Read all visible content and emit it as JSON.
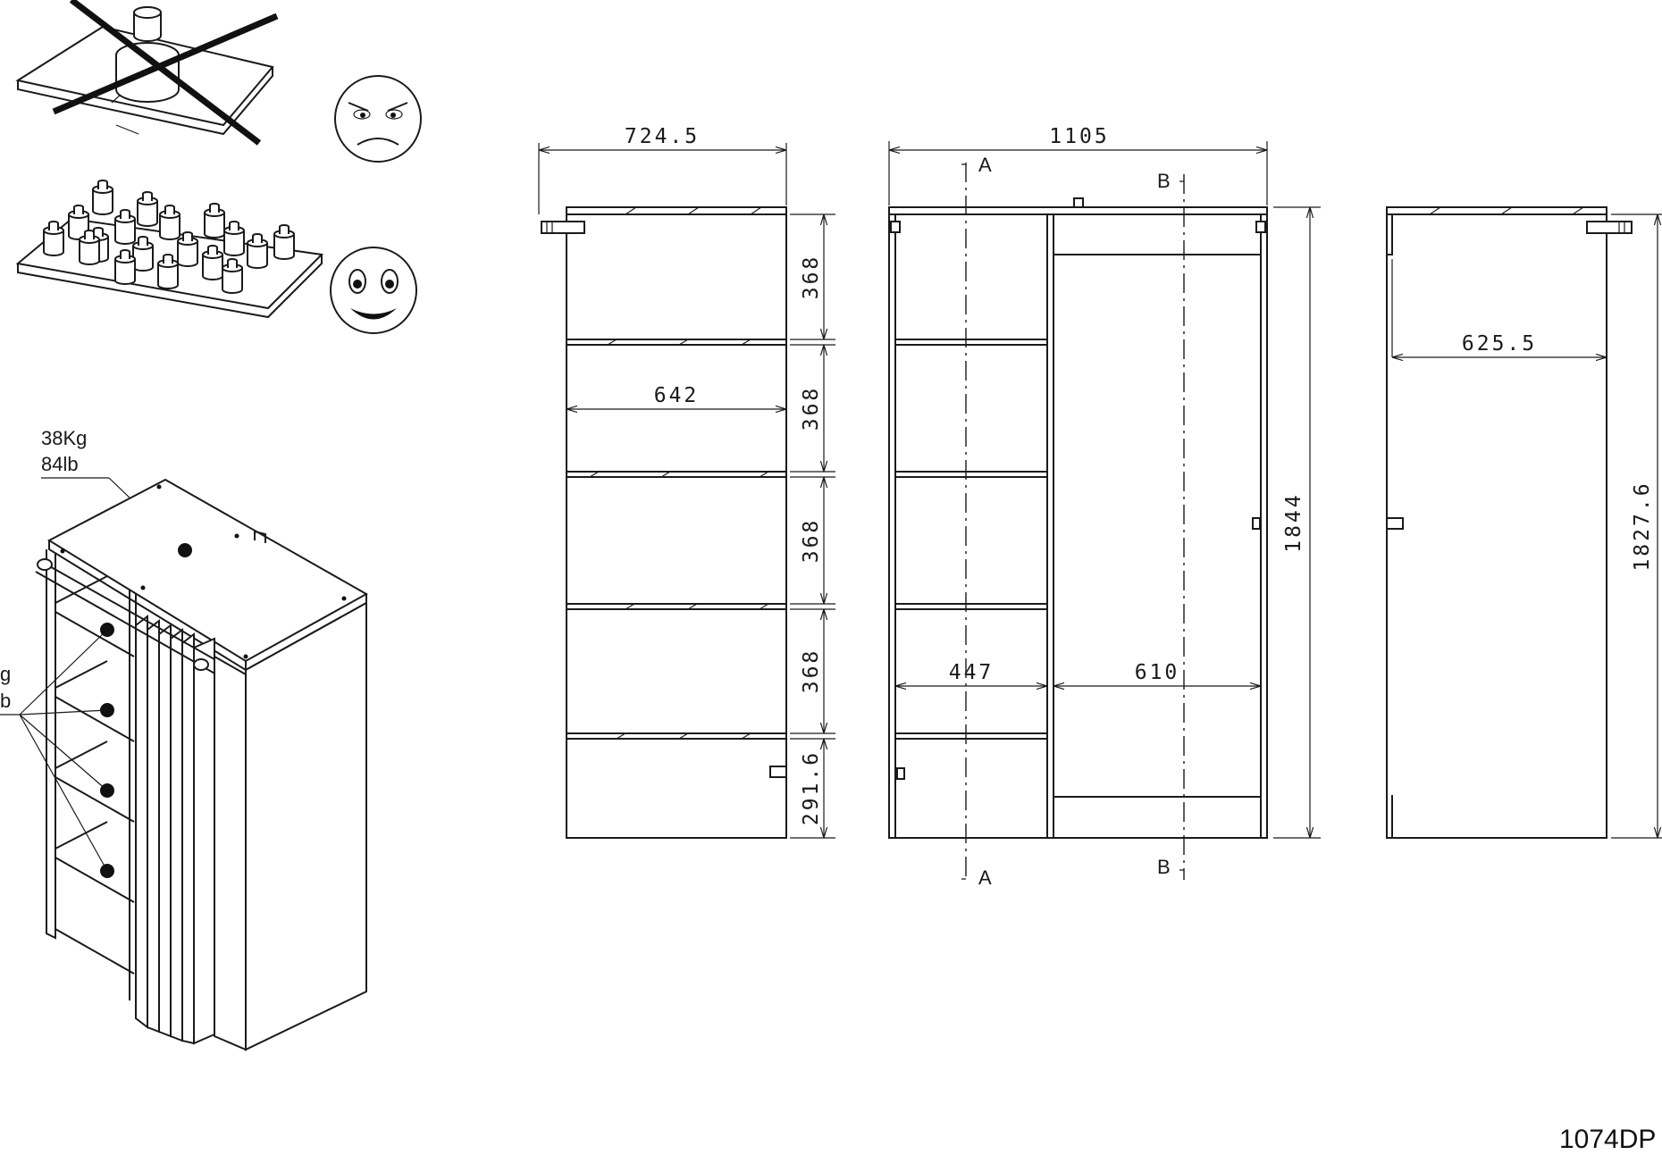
{
  "weight": {
    "kg": "38Kg",
    "lb": "84lb"
  },
  "weight_left": {
    "kg": "g",
    "lb": "b"
  },
  "side_view": {
    "width_top": "724.5",
    "inner_width": "642",
    "shelf_heights": [
      "368",
      "368",
      "368",
      "368",
      "291.6"
    ]
  },
  "front_view": {
    "total_width": "1105",
    "total_height": "1844",
    "left_section": "447",
    "right_section": "610",
    "section_a": "A",
    "section_b": "B"
  },
  "back_view": {
    "inner_width": "625.5",
    "height": "1827.6"
  },
  "document_code": "1074DP",
  "faces": {
    "sad": "sad-face-icon",
    "happy": "happy-face-icon"
  }
}
